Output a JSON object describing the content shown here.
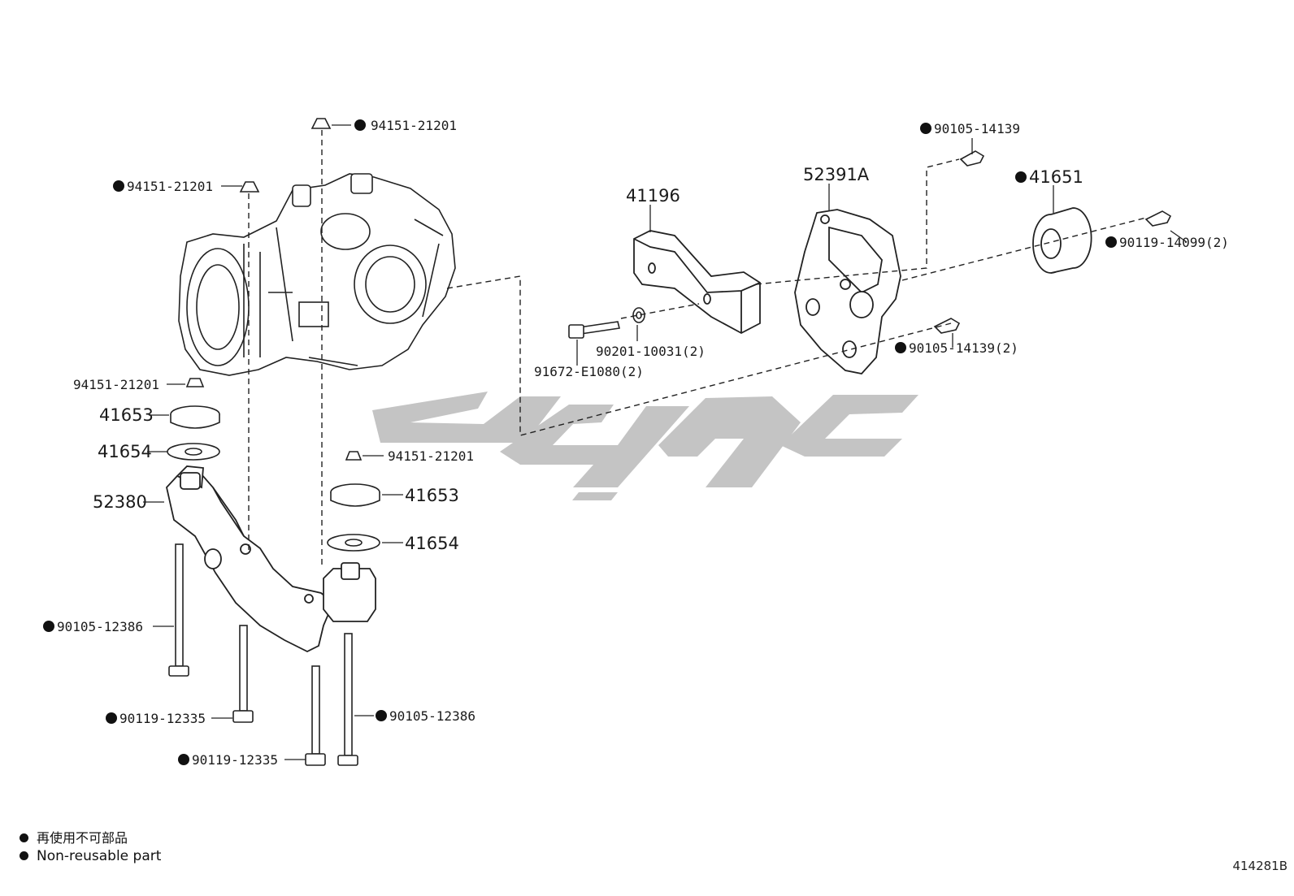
{
  "diagram": {
    "figure_id": "414281B",
    "legend": {
      "japanese": "再使用不可部品",
      "english": "Non-reusable part"
    },
    "watermark": "ᓫفــفـ",
    "callouts": [
      {
        "id": "top-cushion-nut",
        "part_no": "94151-21201",
        "non_reusable": true
      },
      {
        "id": "left-cushion-nut",
        "part_no": "94151-21201",
        "non_reusable": true
      },
      {
        "id": "lower-left-nut",
        "part_no": "94151-21201",
        "non_reusable": false
      },
      {
        "id": "lower-right-nut",
        "part_no": "94151-21201",
        "non_reusable": false
      },
      {
        "id": "stopper-upper-left",
        "part_no": "41653",
        "non_reusable": false
      },
      {
        "id": "stopper-lower-left",
        "part_no": "41654",
        "non_reusable": false
      },
      {
        "id": "stopper-upper-right",
        "part_no": "41653",
        "non_reusable": false
      },
      {
        "id": "stopper-lower-right",
        "part_no": "41654",
        "non_reusable": false
      },
      {
        "id": "member",
        "part_no": "52380",
        "non_reusable": false
      },
      {
        "id": "bolt-left-long",
        "part_no": "90105-12386",
        "non_reusable": true
      },
      {
        "id": "bolt-right-long",
        "part_no": "90105-12386",
        "non_reusable": true
      },
      {
        "id": "bolt-left-short",
        "part_no": "90119-12335",
        "non_reusable": true
      },
      {
        "id": "bolt-center-short",
        "part_no": "90119-12335",
        "non_reusable": true
      },
      {
        "id": "dynamic-damper",
        "part_no": "41196",
        "non_reusable": false
      },
      {
        "id": "bracket",
        "part_no": "52391A",
        "non_reusable": false
      },
      {
        "id": "bushing",
        "part_no": "41651",
        "non_reusable": true
      },
      {
        "id": "bracket-top-bolt",
        "part_no": "90105-14139",
        "non_reusable": true
      },
      {
        "id": "bushing-bolt",
        "part_no": "90119-14099(2)",
        "non_reusable": true
      },
      {
        "id": "bracket-bolts",
        "part_no": "90105-14139(2)",
        "non_reusable": true
      },
      {
        "id": "washer",
        "part_no": "90201-10031(2)",
        "non_reusable": false
      },
      {
        "id": "damper-bolt",
        "part_no": "91672-E1080(2)",
        "non_reusable": false
      }
    ]
  }
}
